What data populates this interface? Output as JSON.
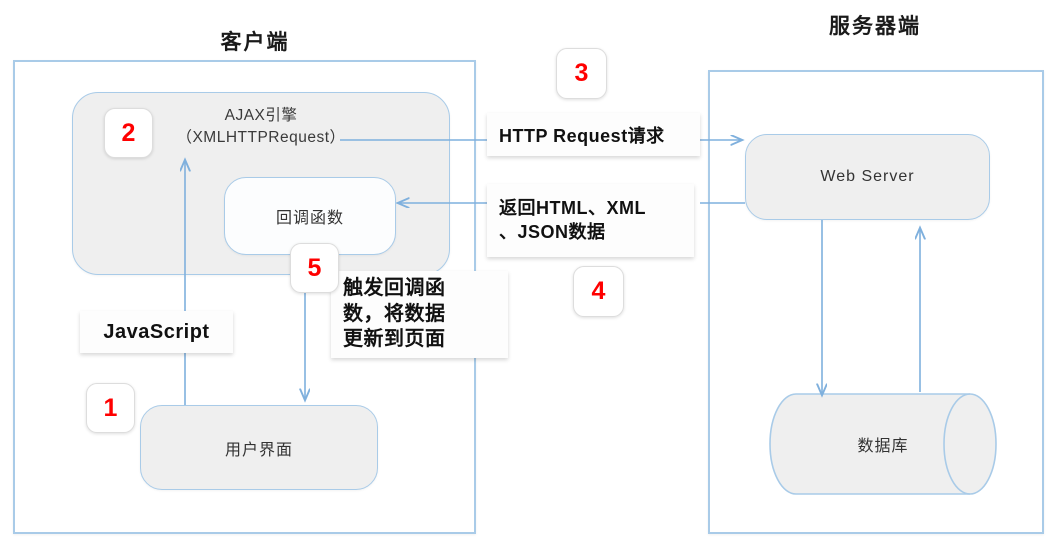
{
  "diagram": {
    "title_client": "客户端",
    "title_server": "服务器端",
    "client": {
      "ajax_engine_line1": "AJAX引擎",
      "ajax_engine_line2": "（XMLHTTPRequest）",
      "callback_box": "回调函数",
      "ui_box": "用户界面",
      "javascript_label": "JavaScript",
      "update_label": "触发回调函\n数，将数据\n更新到页面"
    },
    "middle": {
      "request_label": "HTTP Request请求",
      "response_label": "返回HTML、XML\n、JSON数据"
    },
    "server": {
      "web_server": "Web Server",
      "database": "数据库"
    },
    "badges": {
      "b1": "1",
      "b2": "2",
      "b3": "3",
      "b4": "4",
      "b5": "5"
    },
    "colors": {
      "frame_border": "#a9cbe8",
      "box_border": "#a9cbe8",
      "box_fill": "#efefef",
      "arrow": "#7fb0dd",
      "badge_text": "#ff0000",
      "text": "#333333"
    }
  }
}
